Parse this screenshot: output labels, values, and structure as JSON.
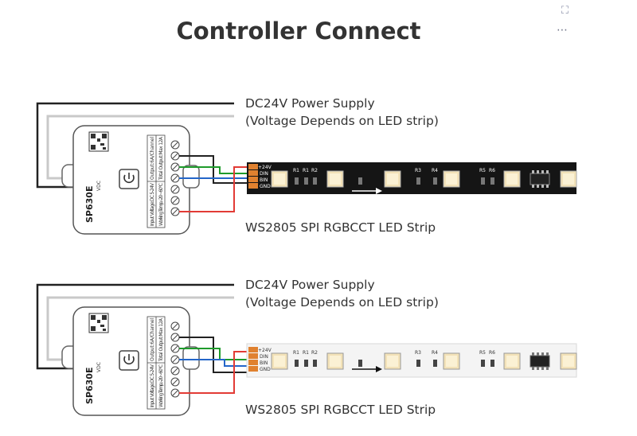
{
  "title": "Controller Connect",
  "icons": {
    "expand": "expand-icon",
    "more": "more-icon",
    "power": "power-icon",
    "arrow": "arrow-right-icon",
    "qr": "qr-code-icon"
  },
  "colors": {
    "wire_white": "#cccccc",
    "wire_black": "#222222",
    "wire_green": "#1e9b2b",
    "wire_blue": "#2466c9",
    "wire_red": "#e23b35",
    "strip_black": "#151515",
    "strip_white": "#f4f4f4",
    "pad": "#e0812f"
  },
  "diagrams": [
    {
      "power_label_1": "DC24V Power Supply",
      "power_label_2": "(Voltage Depends on LED strip)",
      "strip_label": "WS2805 SPI RGBCCT LED Strip",
      "strip_color": "black"
    },
    {
      "power_label_1": "DC24V Power Supply",
      "power_label_2": "(Voltage Depends on LED strip)",
      "strip_label": "WS2805 SPI RGBCCT LED Strip",
      "strip_color": "white"
    }
  ],
  "controller": {
    "model": "SP630E",
    "spec_1": "Input Voltage:DC 5-24V",
    "spec_2": "Output:6A/Channel",
    "spec_3": "Working Temp.:-20~60°C",
    "spec_4": "Total Output:Max 12A",
    "vdc": "VDC"
  },
  "strip": {
    "pads": [
      "+24V",
      "DIN",
      "BIN",
      "GND"
    ],
    "parts": [
      "R1",
      "R1",
      "R2",
      "R3",
      "R4",
      "R5",
      "R6"
    ]
  }
}
